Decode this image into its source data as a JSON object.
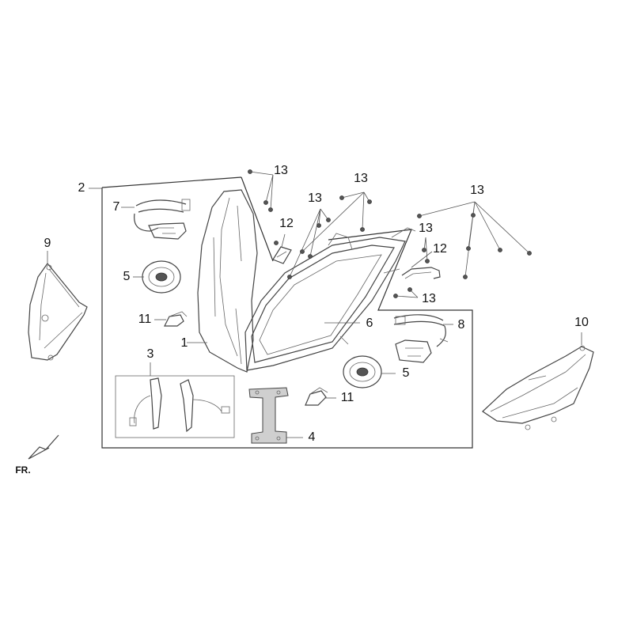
{
  "diagram": {
    "orientation_mark": "FR.",
    "callouts": {
      "c1": "1",
      "c2": "2",
      "c3": "3",
      "c4": "4",
      "c5a": "5",
      "c5b": "5",
      "c6": "6",
      "c7": "7",
      "c8": "8",
      "c9": "9",
      "c10": "10",
      "c11a": "11",
      "c11b": "11",
      "c12a": "12",
      "c12b": "12",
      "c13a": "13",
      "c13b": "13",
      "c13c": "13",
      "c13d": "13",
      "c13e": "13",
      "c13f": "13"
    }
  }
}
